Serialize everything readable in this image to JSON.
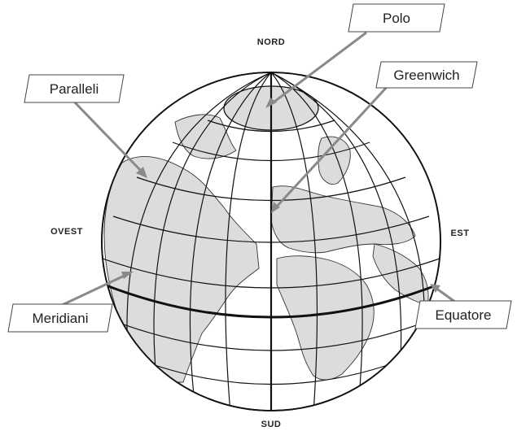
{
  "compass": {
    "north": "NORD",
    "south": "SUD",
    "east": "EST",
    "west": "OVEST"
  },
  "callouts": {
    "pole": "Polo",
    "parallels": "Paralleli",
    "greenwich": "Greenwich",
    "meridians": "Meridiani",
    "equator": "Equatore"
  },
  "colors": {
    "land": "#dcdcdc",
    "sea": "#ffffff",
    "grid": "#111111",
    "leader": "#8a8a8a"
  }
}
